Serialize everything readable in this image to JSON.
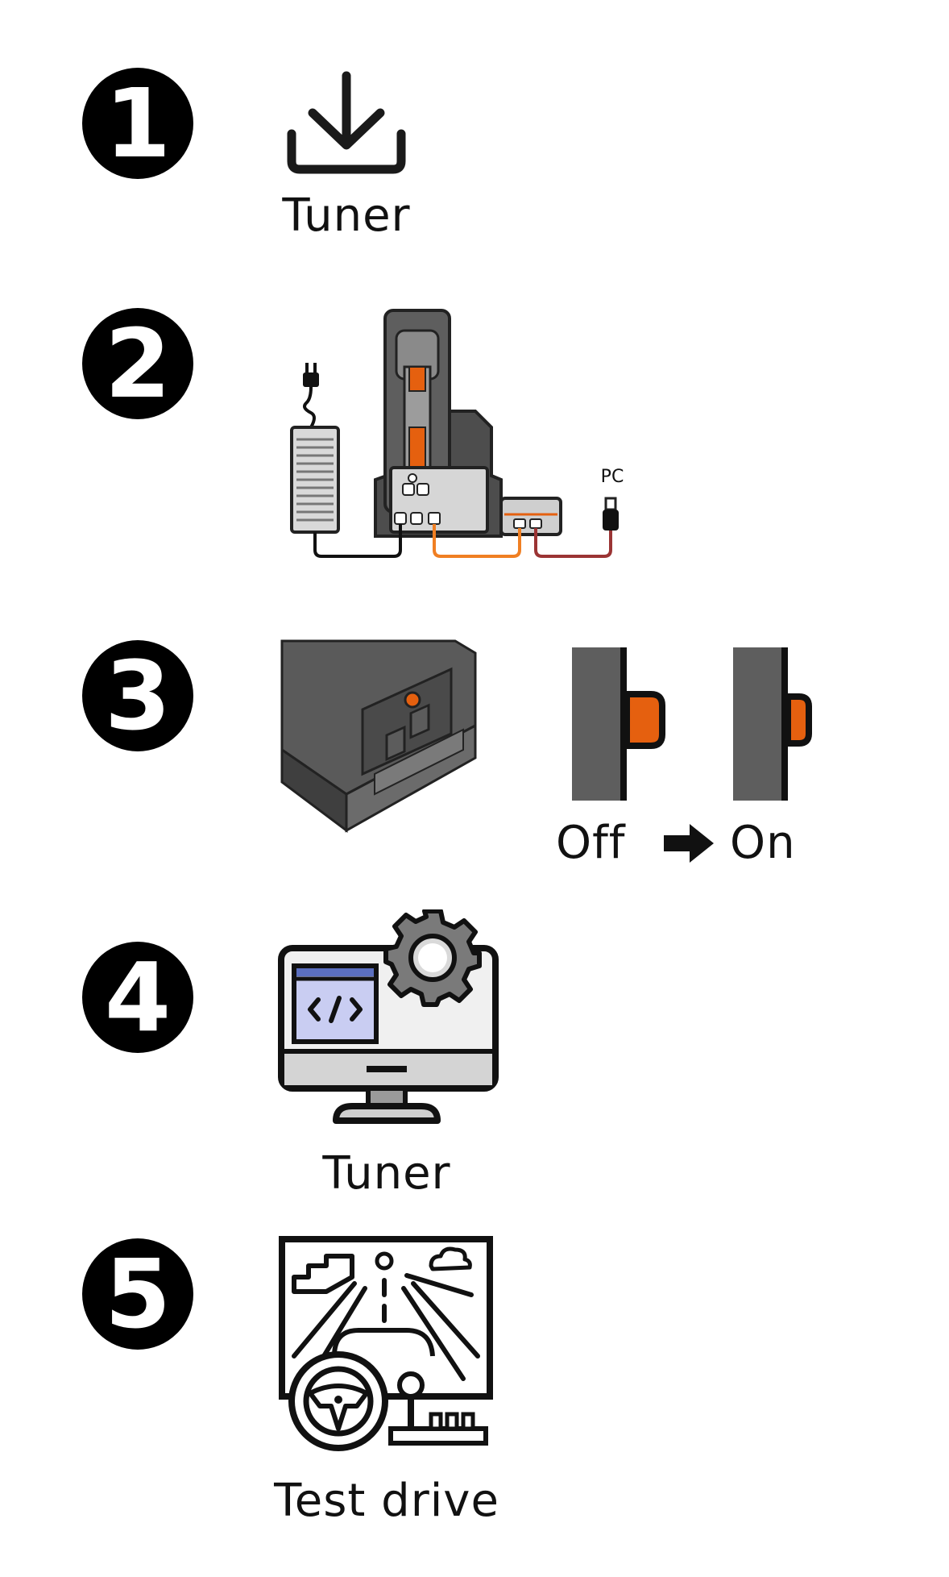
{
  "steps": [
    {
      "number": "1",
      "caption": "Tuner",
      "icon": "download-icon"
    },
    {
      "number": "2",
      "labels": {
        "pc": "PC"
      },
      "icon": "wiring-diagram"
    },
    {
      "number": "3",
      "switch_from": "Off",
      "switch_to": "On",
      "icon": "power-switch"
    },
    {
      "number": "4",
      "caption": "Tuner",
      "icon": "computer-settings-icon"
    },
    {
      "number": "5",
      "caption": "Test drive",
      "icon": "driving-simulator-icon"
    }
  ],
  "colors": {
    "badge": "#000000",
    "accent": "#e5600f",
    "cable_orange": "#f07f23",
    "cable_red": "#9b3434",
    "device_dark": "#5a5a5a",
    "device_light": "#d9d9d9",
    "screen": "#c9cdf2"
  }
}
